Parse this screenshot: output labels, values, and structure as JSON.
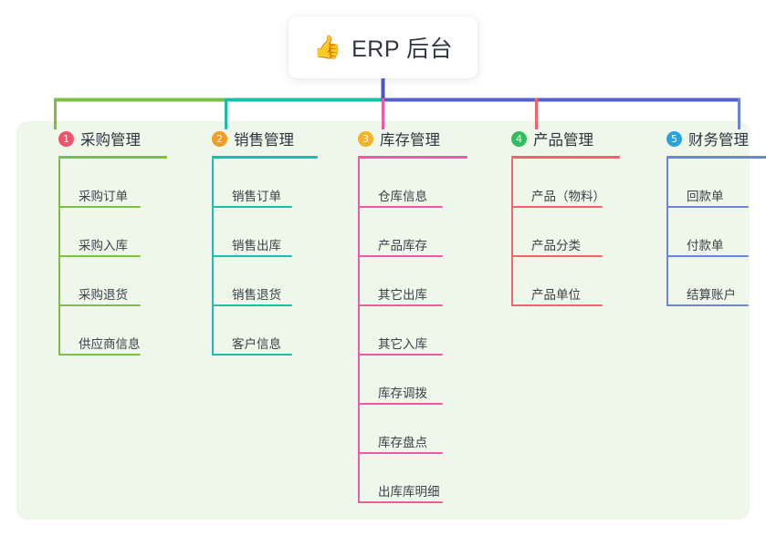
{
  "diagram": {
    "root": {
      "icon": "thumbs-up-icon",
      "icon_glyph": "👍",
      "title": "ERP 后台"
    },
    "panel_color": "#eef7e9",
    "stem_color": "#4a54c9",
    "columns": [
      {
        "number": "1",
        "title": "采购管理",
        "badge_color": "#f4526a",
        "line_color": "#7ac143",
        "items": [
          "采购订单",
          "采购入库",
          "采购退货",
          "供应商信息"
        ]
      },
      {
        "number": "2",
        "title": "销售管理",
        "badge_color": "#f59a23",
        "line_color": "#19bfaa",
        "items": [
          "销售订单",
          "销售出库",
          "销售退货",
          "客户信息"
        ]
      },
      {
        "number": "3",
        "title": "库存管理",
        "badge_color": "#f5b324",
        "line_color": "#ef5aa8",
        "items": [
          "仓库信息",
          "产品库存",
          "其它出库",
          "其它入库",
          "库存调拨",
          "库存盘点",
          "出库库明细"
        ]
      },
      {
        "number": "4",
        "title": "产品管理",
        "badge_color": "#2fbd5e",
        "line_color": "#f4636c",
        "items": [
          "产品（物料）",
          "产品分类",
          "产品单位"
        ]
      },
      {
        "number": "5",
        "title": "财务管理",
        "badge_color": "#29a3e0",
        "line_color": "#6d85d8",
        "items": [
          "回款单",
          "付款单",
          "结算账户"
        ]
      }
    ]
  }
}
